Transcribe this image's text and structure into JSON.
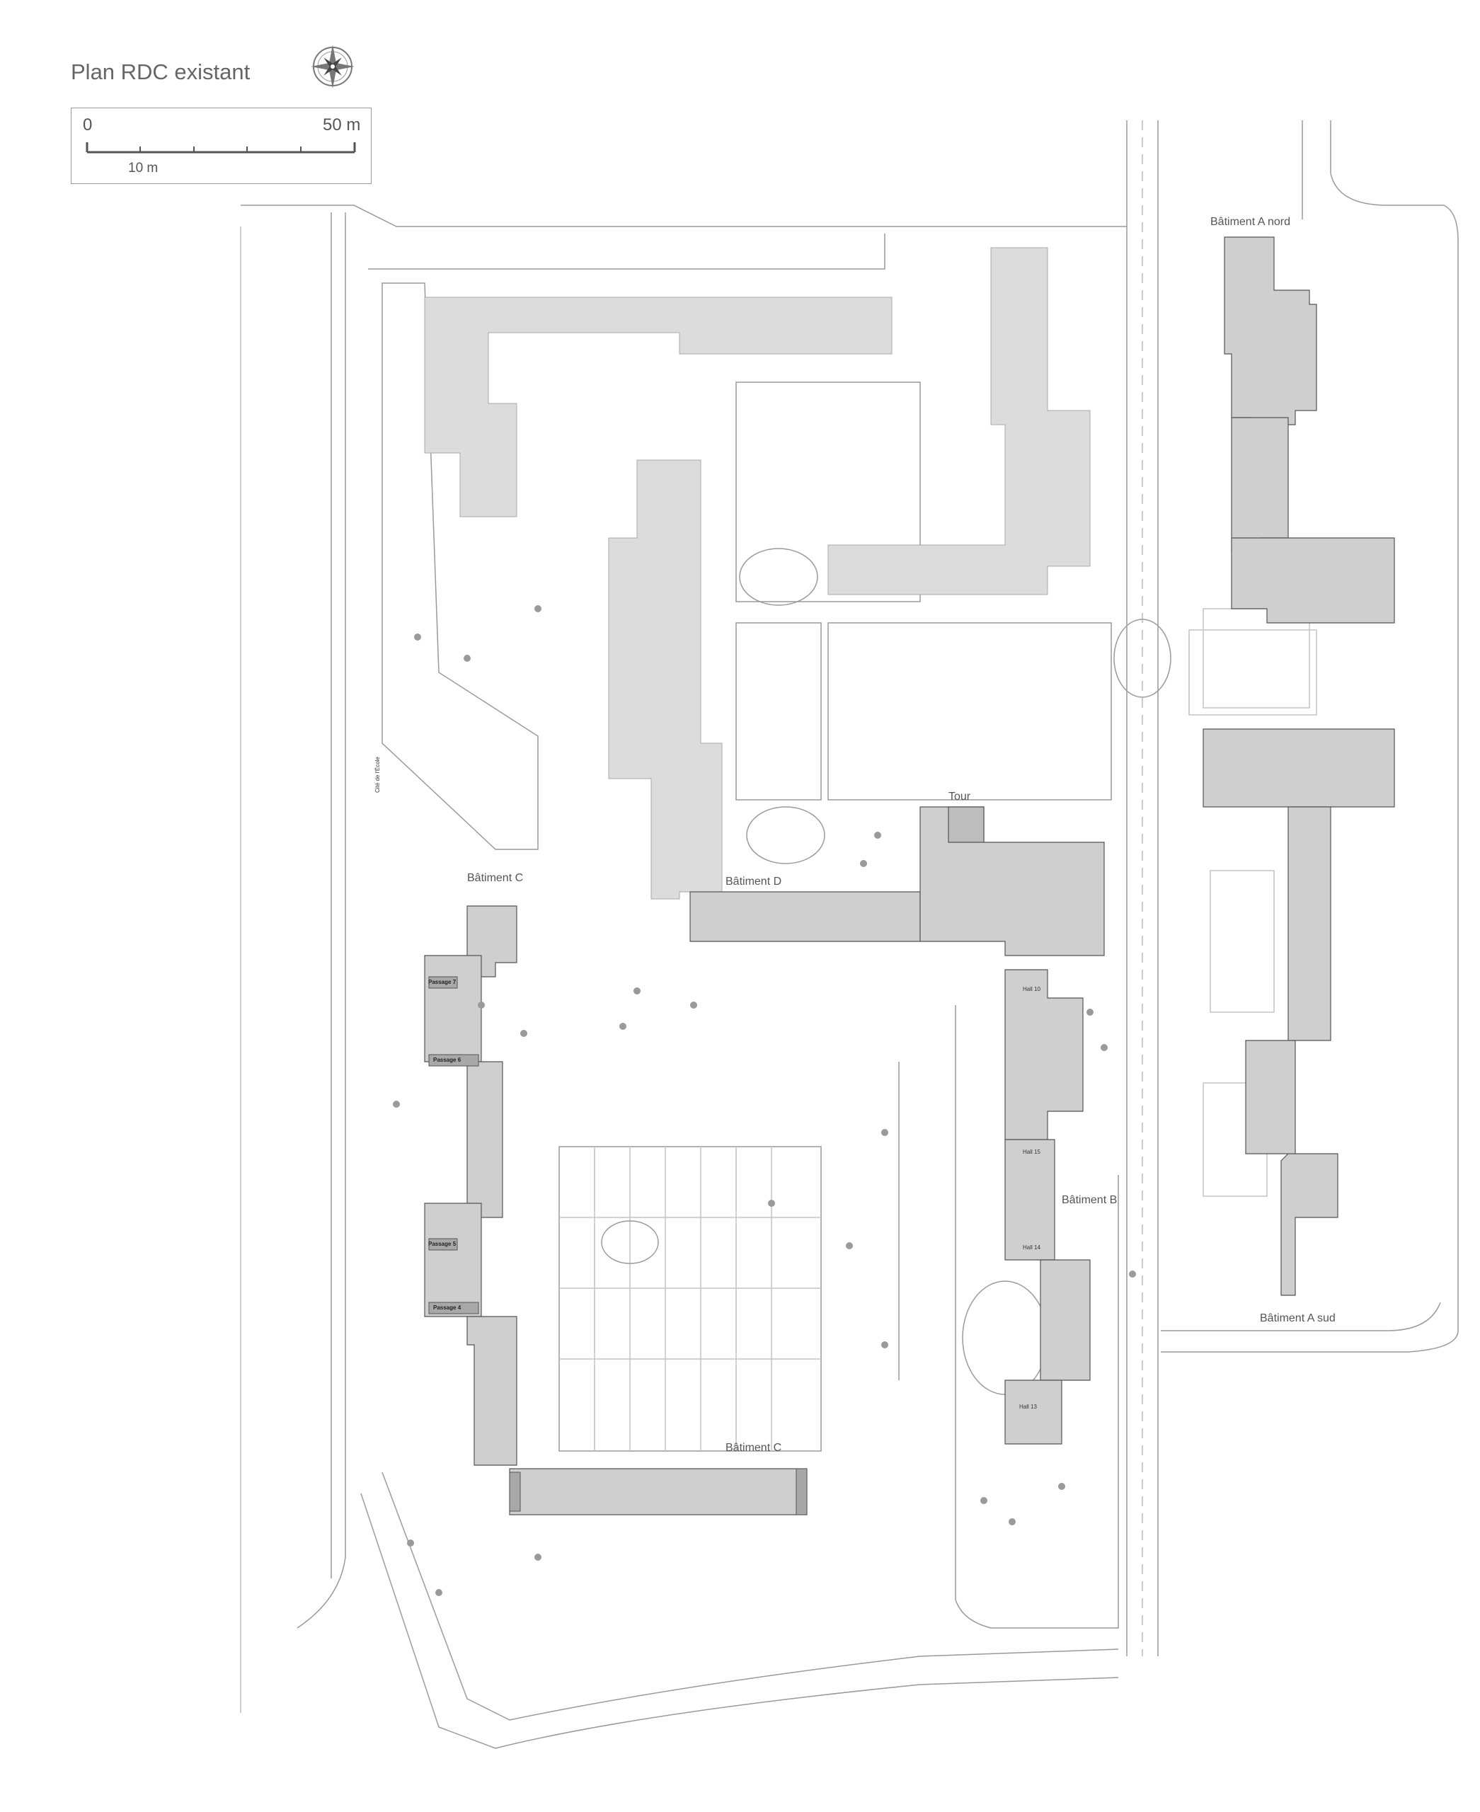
{
  "title": "Plan RDC existant",
  "scale": {
    "start_label": "0",
    "end_label": "50 m",
    "unit_label": "10 m"
  },
  "icons": {
    "compass": "compass-rose-icon"
  },
  "colors": {
    "building_fill": "#cfcfcf",
    "building_dark": "#a8a8a8",
    "existing_fill": "#dcdcdc",
    "line": "#8a8a8a"
  },
  "buildings": {
    "a_nord": "Bâtiment A nord",
    "a_sud": "Bâtiment A sud",
    "b": "Bâtiment B",
    "c_west": "Bâtiment C",
    "c_south": "Bâtiment C",
    "d": "Bâtiment D",
    "tour": "Tour"
  },
  "passages": {
    "p7": "Passage 7",
    "p6": "Passage 6",
    "p5": "Passage 5",
    "p4": "Passage 4"
  },
  "halls": {
    "h10": "Hall 10",
    "h15": "Hall 15",
    "h14": "Hall 14",
    "h13": "Hall 13"
  },
  "street": "Cité de l'École"
}
